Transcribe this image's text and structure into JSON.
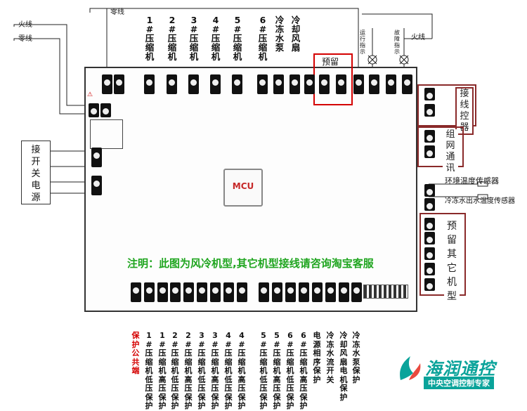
{
  "wires": {
    "fire_top": "火线",
    "neutral_top": "零线",
    "fire_left": "火线",
    "neutral_left": "零线",
    "fire_right": "火线"
  },
  "top_labels": [
    "1#压缩机",
    "2#压缩机",
    "3#压缩机",
    "4#压缩机",
    "5#压缩机",
    "6#压缩机",
    "冷冻水泵",
    "冷却风扇"
  ],
  "reserved_top": "预留",
  "indicator_labels": [
    "运行指示",
    "故障指示"
  ],
  "left_box": "接开关电源",
  "mcu": "MCU",
  "right_boxes": {
    "controller": "接线控器",
    "network": "组网通讯",
    "reserved": "预留其它机型"
  },
  "sensors": [
    "环境温度传感器",
    "冷冻水出水温度传感器"
  ],
  "note": "注明：此图为风冷机型,其它机型接线请咨询淘宝客服",
  "bottom_labels": [
    {
      "text": "保护公共端",
      "color": "#d40000"
    },
    {
      "text": "1#压缩机低压保护",
      "color": "#111"
    },
    {
      "text": "1#压缩机高压保护",
      "color": "#111"
    },
    {
      "text": "2#压缩机低压保护",
      "color": "#111"
    },
    {
      "text": "2#压缩机高压保护",
      "color": "#111"
    },
    {
      "text": "3#压缩机低压保护",
      "color": "#111"
    },
    {
      "text": "3#压缩机高压保护",
      "color": "#111"
    },
    {
      "text": "4#压缩机低压保护",
      "color": "#111"
    },
    {
      "text": "4#压缩机高压保护",
      "color": "#111"
    },
    {
      "text": "5#压缩机低压保护",
      "color": "#111"
    },
    {
      "text": "5#压缩机高压保护",
      "color": "#111"
    },
    {
      "text": "6#压缩机低压保护",
      "color": "#111"
    },
    {
      "text": "6#压缩机高压保护",
      "color": "#111"
    },
    {
      "text": "电源相序保护",
      "color": "#111"
    },
    {
      "text": "冷冻水流开关",
      "color": "#111"
    },
    {
      "text": "冷却风扇电机保护",
      "color": "#111"
    },
    {
      "text": "冷冻水泵保护",
      "color": "#111"
    }
  ],
  "logo": {
    "name": "海润通控",
    "tagline": "中央空调控制专家"
  },
  "colors": {
    "note_green": "#1fa51f",
    "box_border": "#8a2a2a",
    "reserved_red": "#d40000",
    "logo_teal": "#0aa39a"
  }
}
